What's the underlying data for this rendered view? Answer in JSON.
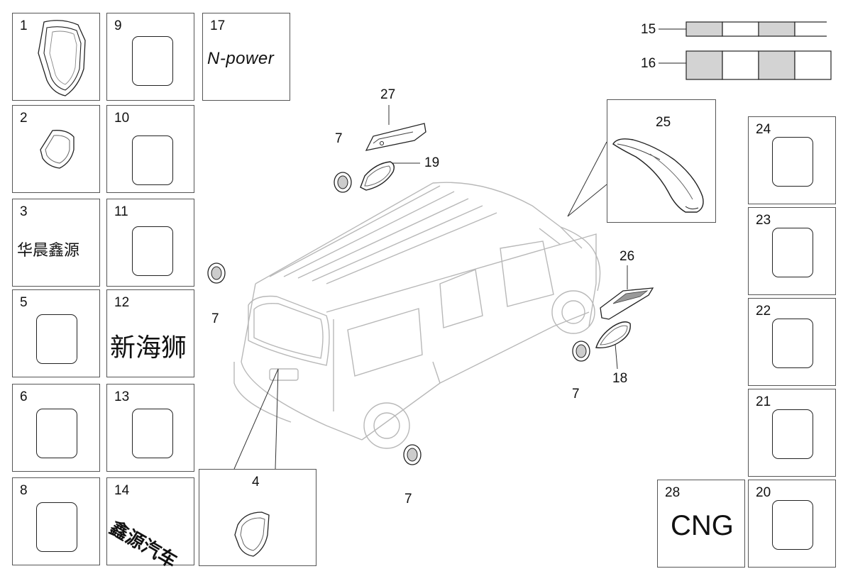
{
  "cells": {
    "c1": "1",
    "c2": "2",
    "c3": "3",
    "c5": "5",
    "c6": "6",
    "c8": "8",
    "c9": "9",
    "c10": "10",
    "c11": "11",
    "c12": "12",
    "c13": "13",
    "c14": "14",
    "c17": "17",
    "c20": "20",
    "c21": "21",
    "c22": "22",
    "c23": "23",
    "c24": "24",
    "c25": "25",
    "c28": "28",
    "c4": "4"
  },
  "texts": {
    "npower": "N-power",
    "badge3": "华晨鑫源",
    "badge12": "新海狮",
    "badge14": "鑫源汽车",
    "cng": "CNG"
  },
  "callouts": {
    "n7a": "7",
    "n7b": "7",
    "n7c": "7",
    "n7d": "7",
    "n15": "15",
    "n16": "16",
    "n18": "18",
    "n19": "19",
    "n26": "26",
    "n27": "27"
  },
  "colors": {
    "stripe_fill": "#d3d3d3",
    "line": "#222222",
    "van_line": "#b8b8b8"
  }
}
